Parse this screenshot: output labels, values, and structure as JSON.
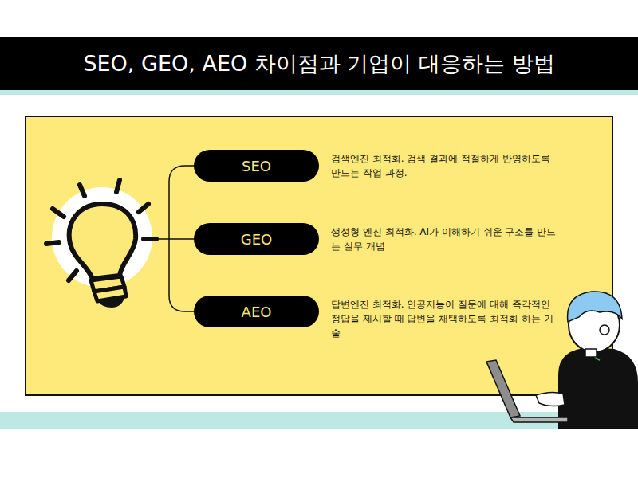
{
  "diagram": {
    "title": "SEO, GEO, AEO 차이점과 기업이 대응하는 방법",
    "nodes": [
      {
        "text": [
          "SEO"
        ]
      },
      {
        "text": [
          "GEO"
        ]
      },
      {
        "text": [
          "AEO"
        ]
      }
    ],
    "labels": [
      "검색엔진 최적화. 검색 결과에 적절하게 반영하도록 만드는 작업 과정.",
      "생성형 엔진 최적화. AI가 이해하기 쉬운 구조를 만드는 실무 개념",
      "답변엔진 최적화. 인공지능이 질문에 대해 즉각적인 정답을 제시할 때 답변을 채택하도록 최적화 하는 기술"
    ]
  }
}
